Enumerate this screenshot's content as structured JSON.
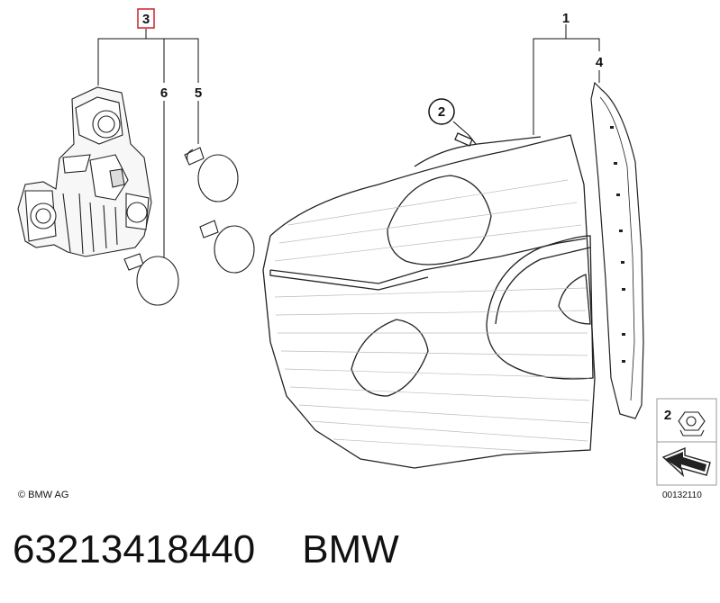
{
  "diagram": {
    "callouts": {
      "c1": "1",
      "c2": "2",
      "c3": "3",
      "c4": "4",
      "c5": "5",
      "c6": "6",
      "legend_c2": "2"
    },
    "highlighted_callout": "3",
    "highlight_color": "#d0303a",
    "copyright": "© BMW AG",
    "reference_number": "00132110"
  },
  "footer": {
    "part_number": "63213418440",
    "brand": "BMW"
  }
}
